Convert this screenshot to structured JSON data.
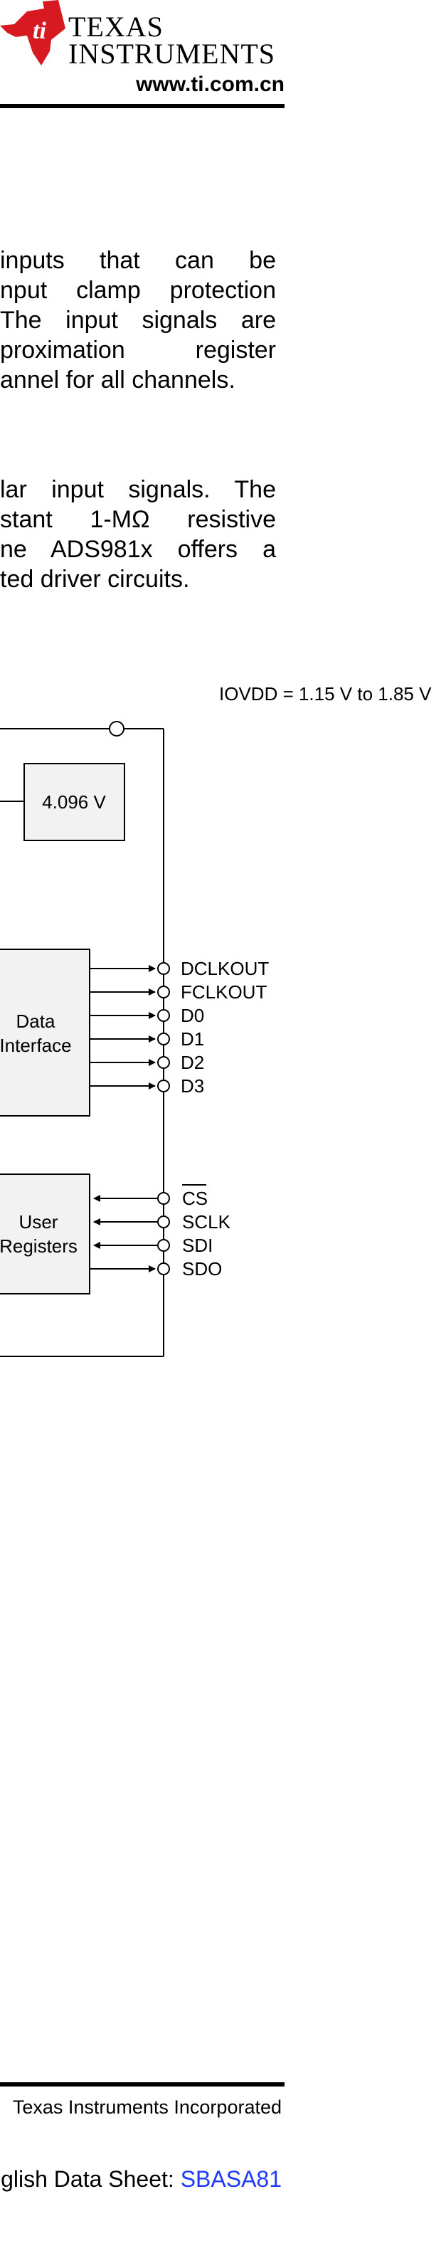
{
  "header": {
    "logo_line1": "TEXAS",
    "logo_line2": "INSTRUMENTS",
    "url": "www.ti.com.cn"
  },
  "body": {
    "para1_lines": [
      "inputs that can be",
      "nput clamp protection",
      "The input signals are",
      "proximation register",
      "annel for all channels."
    ],
    "para2_lines": [
      "lar input signals. The",
      "stant 1-MΩ resistive",
      "ne ADS981x offers a",
      "ted driver circuits."
    ]
  },
  "diagram": {
    "iovdd": "IOVDD = 1.15 V to 1.85 V",
    "ref_label": "4.096 V",
    "data_block": [
      "Data",
      "Interface"
    ],
    "reg_block": [
      "User",
      "Registers"
    ],
    "outputs": [
      "DCLKOUT",
      "FCLKOUT",
      "D0",
      "D1",
      "D2",
      "D3"
    ],
    "inputs": [
      "CS",
      "SCLK",
      "SDI",
      "SDO"
    ]
  },
  "footer": {
    "company": "Texas Instruments Incorporated",
    "datasheet_prefix": "glish Data Sheet: ",
    "datasheet_link": "SBASA81"
  },
  "colors": {
    "logo_red": "#d71921",
    "link_blue": "#1f3aff",
    "block_fill": "#f2f2f2"
  }
}
